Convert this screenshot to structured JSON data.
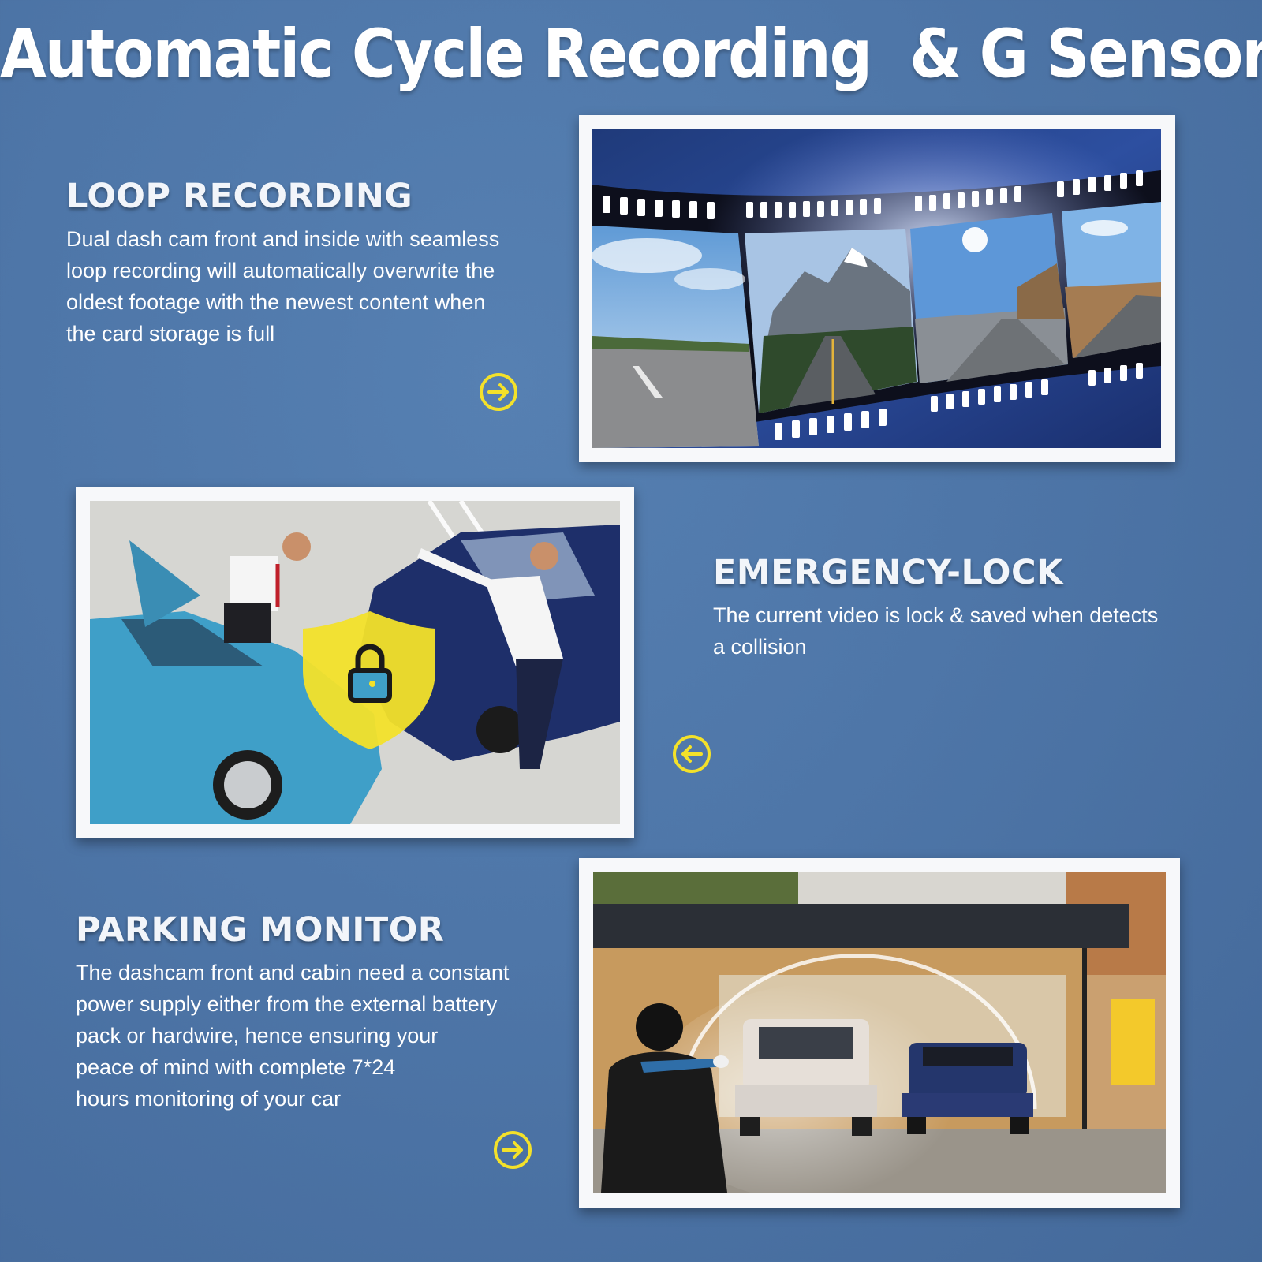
{
  "title": "Automatic Cycle Recording  & G Sensor",
  "sections": [
    {
      "heading": "LOOP RECORDING",
      "body_lines": [
        "Dual dash cam front and inside with seamless",
        "loop recording will automatically overwrite the",
        "oldest footage with the newest content when",
        "the card storage is full"
      ],
      "arrow_icon": "arrow-right-circle-icon"
    },
    {
      "heading": "EMERGENCY-LOCK",
      "body_lines": [
        "The current video is lock & saved when detects",
        "a collision"
      ],
      "arrow_icon": "arrow-left-circle-icon"
    },
    {
      "heading": "PARKING MONITOR",
      "body_lines": [
        "The dashcam front and cabin need a constant",
        "power supply either from the external battery",
        "pack or hardwire, hence ensuring your",
        "peace of mind with complete 7*24",
        "hours monitoring of your car"
      ],
      "arrow_icon": "arrow-right-circle-icon"
    }
  ],
  "colors": {
    "background": "#4e76a8",
    "accent_yellow": "#f3e12a",
    "frame": "#f7f8fa"
  }
}
